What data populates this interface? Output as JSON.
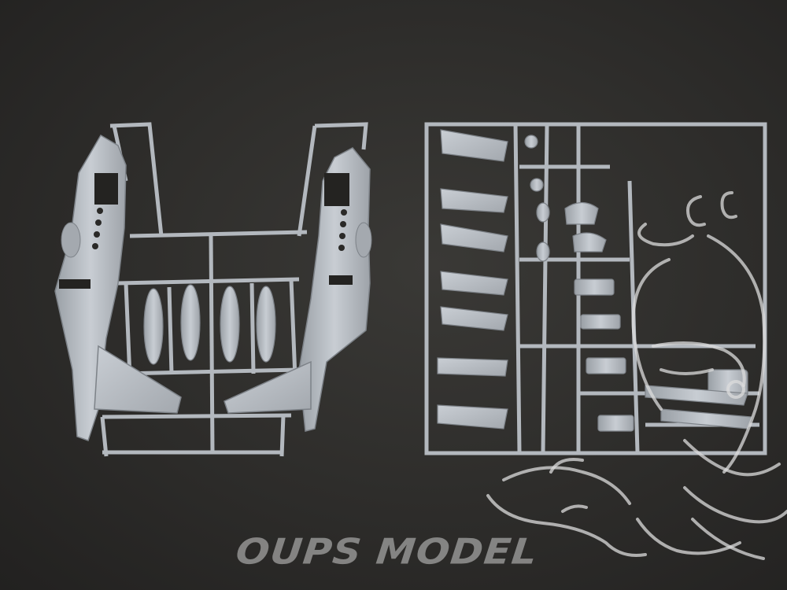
{
  "watermark": {
    "text": "OUPS MODEL",
    "mascot": "cartoon-creature-logo"
  },
  "colors": {
    "background": "#2b2a28",
    "plastic": "#b9bec4",
    "plastic_shadow": "#8e939a",
    "watermark": "#d0d0d0"
  },
  "subject": {
    "sprues": [
      "left-sprue-fuselage-halves",
      "right-sprue-wings-parts"
    ]
  }
}
